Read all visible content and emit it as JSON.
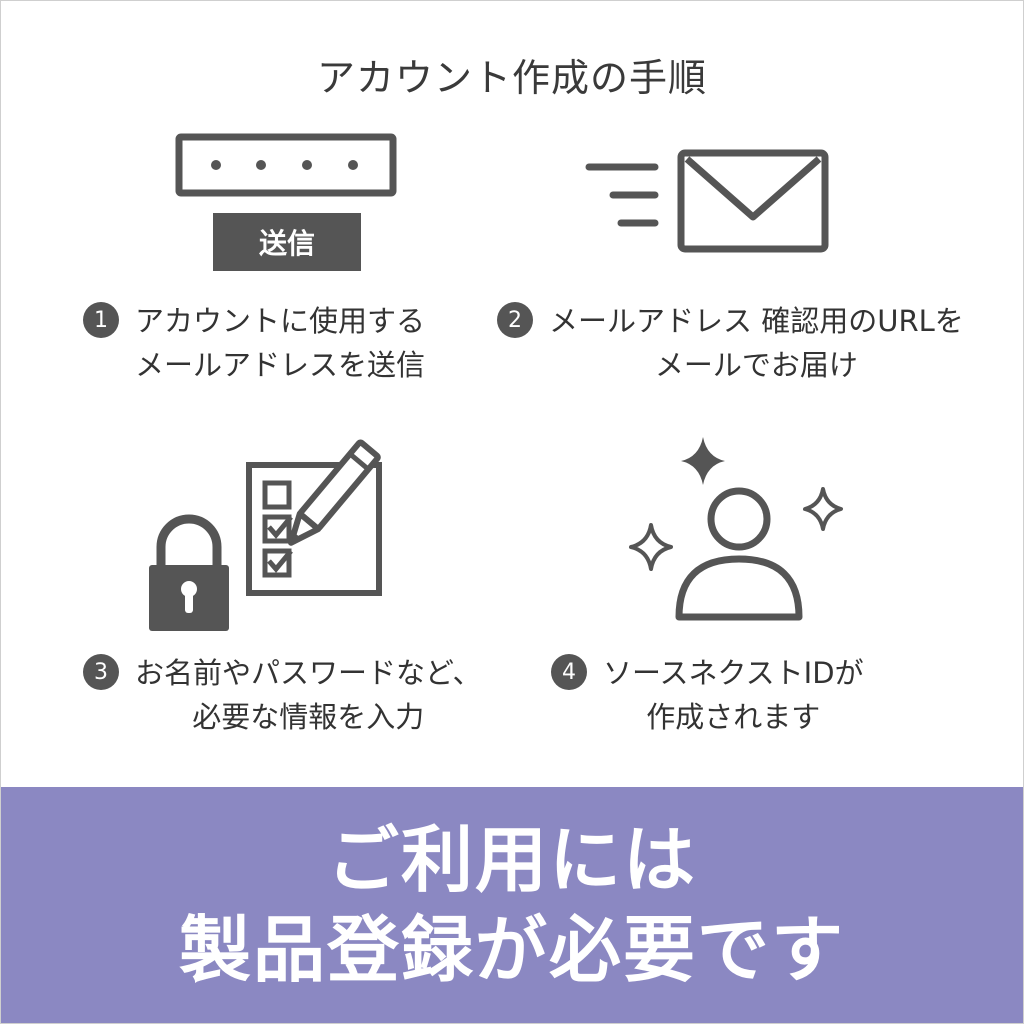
{
  "page": {
    "title": "アカウント作成の手順"
  },
  "steps": [
    {
      "number": "1",
      "lines": [
        "アカウントに使用する",
        "メールアドレスを送信"
      ],
      "icon": "password-send-icon",
      "button_label": "送信"
    },
    {
      "number": "2",
      "lines": [
        "メールアドレス 確認用のURLを",
        "メールでお届け"
      ],
      "icon": "mail-icon"
    },
    {
      "number": "3",
      "lines": [
        "お名前やパスワードなど、",
        "必要な情報を入力"
      ],
      "icon": "checklist-lock-icon"
    },
    {
      "number": "4",
      "lines": [
        "ソースネクストIDが",
        "作成されます"
      ],
      "icon": "user-sparkle-icon"
    }
  ],
  "banner": {
    "line1": "ご利用には",
    "line2": "製品登録が必要です"
  },
  "colors": {
    "icon": "#555555",
    "banner": "#8b88c2",
    "banner_text": "#ffffff"
  }
}
